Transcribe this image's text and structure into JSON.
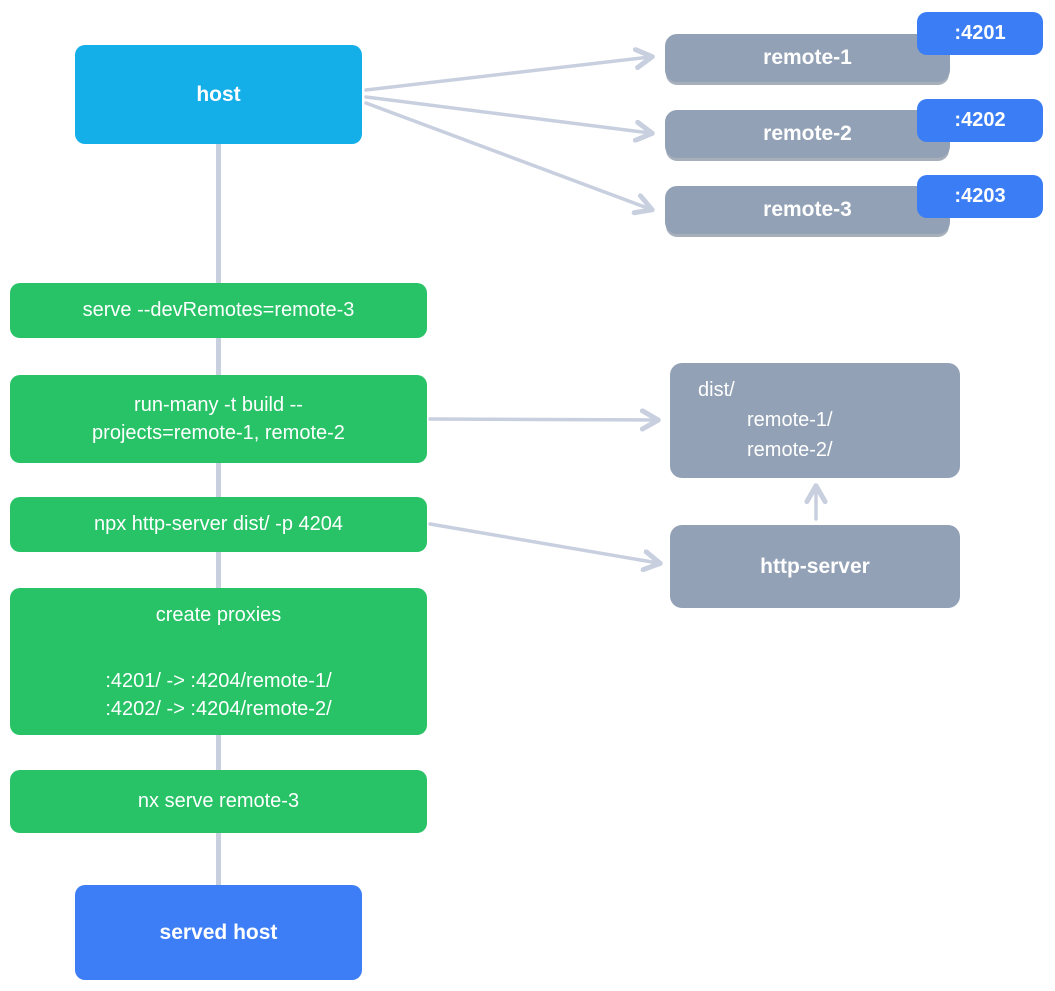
{
  "nodes": {
    "host": {
      "label": "host",
      "color": "#14AEE9"
    },
    "served_host": {
      "label": "served host",
      "color": "#3D7EF7"
    },
    "http_server": {
      "label": "http-server",
      "color": "#92A1B5"
    },
    "dist": {
      "lines": [
        "dist/",
        "remote-1/",
        "remote-2/"
      ],
      "color": "#92A1B5"
    }
  },
  "remotes": [
    {
      "label": "remote-1",
      "port": ":4201"
    },
    {
      "label": "remote-2",
      "port": ":4202"
    },
    {
      "label": "remote-3",
      "port": ":4203"
    }
  ],
  "commands": {
    "serve_dev_remotes": "serve --devRemotes=remote-3",
    "run_many_line1": "run-many -t build --",
    "run_many_line2": "projects=remote-1, remote-2",
    "http_server": "npx http-server dist/ -p 4204",
    "proxies_title": "create proxies",
    "proxy_map_1": ":4201/ -> :4204/remote-1/",
    "proxy_map_2": ":4202/ -> :4204/remote-2/",
    "nx_serve": "nx serve remote-3"
  },
  "colors": {
    "host_box": "#14AEE9",
    "remote_box": "#92A1B5",
    "port_badge": "#3B7DF5",
    "command_box": "#27C366",
    "served_host_box": "#3D7EF7",
    "connector": "#C8CFDF"
  }
}
